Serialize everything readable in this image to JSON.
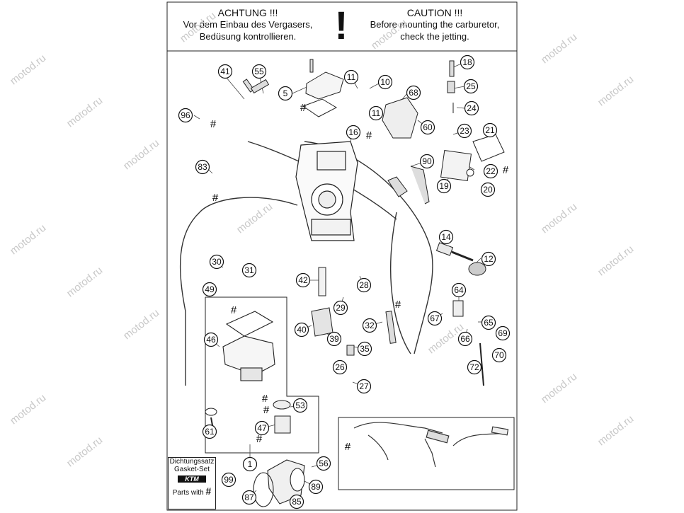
{
  "warning_de": {
    "heading": "ACHTUNG !!!",
    "line1": "Vor dem Einbau des Vergasers,",
    "line2": "Bedüsung kontrollieren."
  },
  "warning_en": {
    "heading": "CAUTION !!!",
    "line1": "Before mounting the carburetor,",
    "line2": "check the jetting."
  },
  "warning_symbol": "!",
  "legend": {
    "line1": "Dichtungssatz",
    "line2": "Gasket-Set",
    "logo_text": "KTM",
    "parts_with": "Parts with",
    "hash": "#"
  },
  "callouts": [
    "41",
    "55",
    "5",
    "11",
    "10",
    "18",
    "96",
    "68",
    "25",
    "11",
    "60",
    "24",
    "16",
    "23",
    "21",
    "90",
    "83",
    "22",
    "19",
    "20",
    "14",
    "12",
    "30",
    "31",
    "42",
    "28",
    "49",
    "64",
    "29",
    "67",
    "65",
    "69",
    "32",
    "40",
    "39",
    "66",
    "70",
    "46",
    "35",
    "72",
    "26",
    "27",
    "53",
    "61",
    "47",
    "1",
    "56",
    "99",
    "87",
    "85",
    "89"
  ],
  "hash_marks": [
    "#",
    "#",
    "#",
    "#",
    "#",
    "#",
    "#",
    "#",
    "#",
    "#",
    "#"
  ],
  "watermark": "motod.ru"
}
